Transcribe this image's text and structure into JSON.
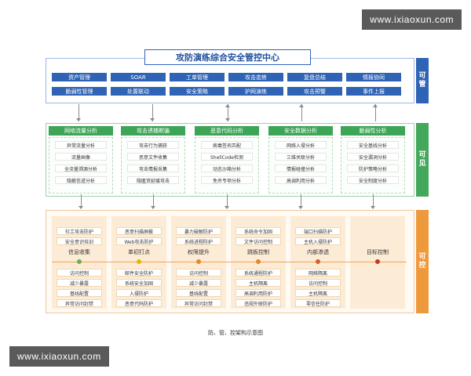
{
  "watermark": "www.ixiaoxun.com",
  "title": "攻防演练综合安全管控中心",
  "side_tags": {
    "manage": "可管",
    "see": "可见",
    "control": "可控"
  },
  "manage_buttons": [
    "资产管理",
    "SOAR",
    "工单管理",
    "攻击态势",
    "复盘总结",
    "情报协同",
    "脆弱性管理",
    "处置联动",
    "安全策略",
    "护网演练",
    "攻击预警",
    "事件上报"
  ],
  "see_columns": [
    {
      "title": "网络流量分析",
      "items": [
        "异常流量分析",
        "流量画像",
        "全流量溯源分析",
        "隐蔽信道分析"
      ]
    },
    {
      "title": "攻击诱捕欺骗",
      "items": [
        "攻击行为捕获",
        "恶意文件收集",
        "攻击情报采集",
        "隐匿资延缓攻击"
      ]
    },
    {
      "title": "恶意代码分析",
      "items": [
        "病毒签名匹配",
        "ShellCode检测",
        "动态沙箱分析",
        "免杀专项分析"
      ]
    },
    {
      "title": "安全数据分析",
      "items": [
        "网络入侵分析",
        "三维关联分析",
        "情报碰撞分析",
        "高调利用分析"
      ]
    },
    {
      "title": "脆弱性分析",
      "items": [
        "安全基线分析",
        "安全漏洞分析",
        "防护策略分析",
        "安全制度分析"
      ]
    }
  ],
  "control_columns": [
    {
      "stage": "信息收集",
      "top": [
        "社工攻击防护",
        "安全意识培训"
      ],
      "bottom": [
        "访问控制",
        "减少暴露",
        "基线配置",
        "异常访问封禁"
      ]
    },
    {
      "stage": "单初打点",
      "top": [
        "恶意扫描屏蔽",
        "Web攻击防护"
      ],
      "bottom": [
        "邮件安全防护",
        "系统安全加固",
        "入侵防护",
        "恶意代码防护"
      ]
    },
    {
      "stage": "权限提升",
      "top": [
        "暴力破解防护",
        "系统进程防护"
      ],
      "bottom": [
        "访问控制",
        "减少暴露",
        "基线配置",
        "异常访问封禁"
      ]
    },
    {
      "stage": "跳板控制",
      "top": [
        "系统命令加固",
        "文件访问控制"
      ],
      "bottom": [
        "系统通程防护",
        "主机隔离",
        "高调利用防护",
        "违规外联防护"
      ]
    },
    {
      "stage": "内部渗透",
      "top": [
        "端口扫描防护",
        "主机入侵防护"
      ],
      "bottom": [
        "网络隔离",
        "访问控制",
        "主机隔离",
        "零信任防护"
      ]
    },
    {
      "stage": "目标控制",
      "top": [],
      "bottom": []
    }
  ],
  "caption": "防、管、控架构示意图",
  "colors": {
    "blue": "#2f63b5",
    "green": "#3da556",
    "orange": "#ee9a3c"
  }
}
